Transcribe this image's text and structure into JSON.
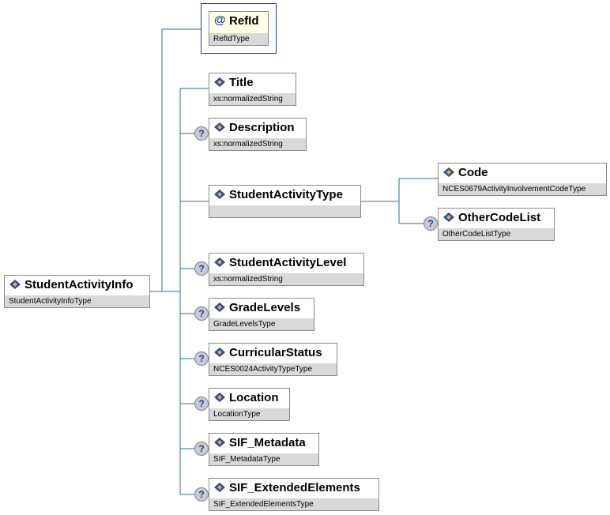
{
  "root": {
    "name": "StudentActivityInfo",
    "type": "StudentActivityInfoType"
  },
  "attribute": {
    "icon": "@",
    "name": "RefId",
    "type": "RefIdType"
  },
  "optional_marker": "?",
  "elements": [
    {
      "name": "Title",
      "type": "xs:normalizedString",
      "optional": false
    },
    {
      "name": "Description",
      "type": "xs:normalizedString",
      "optional": true
    },
    {
      "name": "StudentActivityType",
      "type": "",
      "optional": false
    },
    {
      "name": "StudentActivityLevel",
      "type": "xs:normalizedString",
      "optional": true
    },
    {
      "name": "GradeLevels",
      "type": "GradeLevelsType",
      "optional": true
    },
    {
      "name": "CurricularStatus",
      "type": "NCES0024ActivityTypeType",
      "optional": true
    },
    {
      "name": "Location",
      "type": "LocationType",
      "optional": true
    },
    {
      "name": "SIF_Metadata",
      "type": "SIF_MetadataType",
      "optional": true
    },
    {
      "name": "SIF_ExtendedElements",
      "type": "SIF_ExtendedElementsType",
      "optional": true
    }
  ],
  "choice_children": [
    {
      "name": "Code",
      "type": "NCES0679ActivityInvolvementCodeType",
      "optional": false
    },
    {
      "name": "OtherCodeList",
      "type": "OtherCodeListType",
      "optional": true
    }
  ],
  "colors": {
    "line": "#2f6e8f",
    "frame": "#1f3f9f",
    "type_bar": "#d9d9d9",
    "element_icon": "#2a4aa0",
    "element_icon_accent": "#f0b020"
  }
}
